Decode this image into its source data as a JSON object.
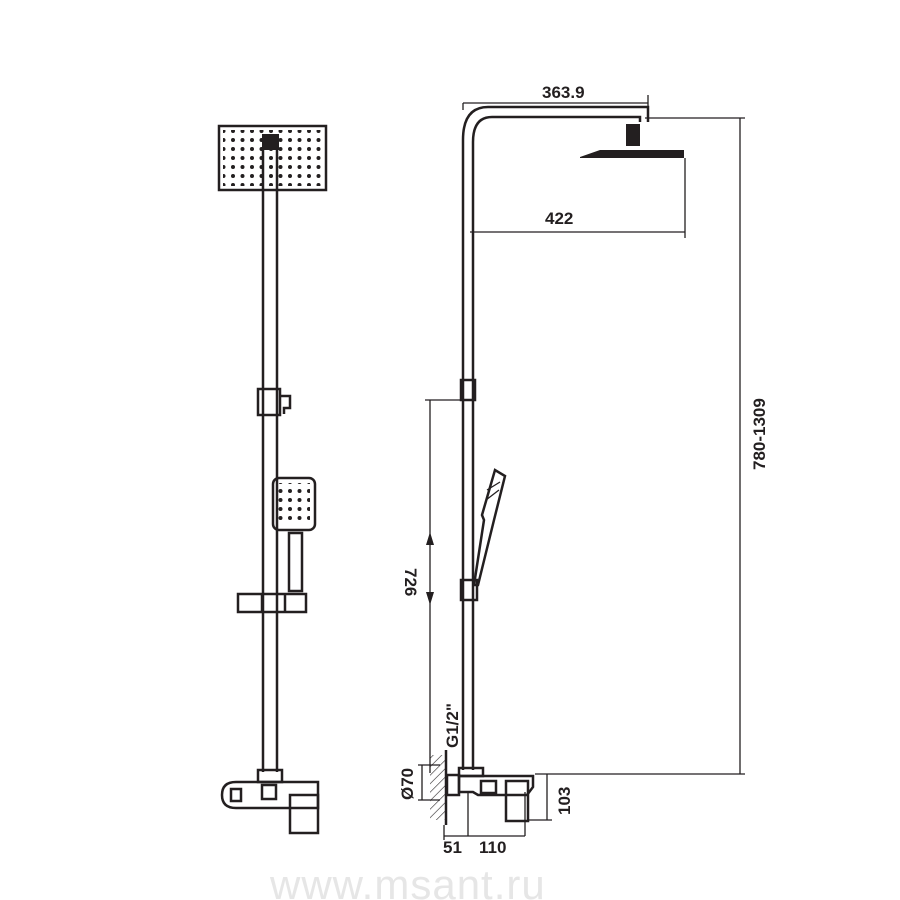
{
  "dimensions": {
    "arm_length": "363.9",
    "head_reach": "422",
    "height_range": "780-1309",
    "slide_length": "726",
    "thread": "G1/2\"",
    "escutcheon_diameter": "Ø70",
    "spout_height": "103",
    "wall_offset": "51",
    "spout_length": "110"
  },
  "watermark": "www.msant.ru",
  "colors": {
    "line": "#231f20",
    "watermark": "#e6e6e6"
  }
}
